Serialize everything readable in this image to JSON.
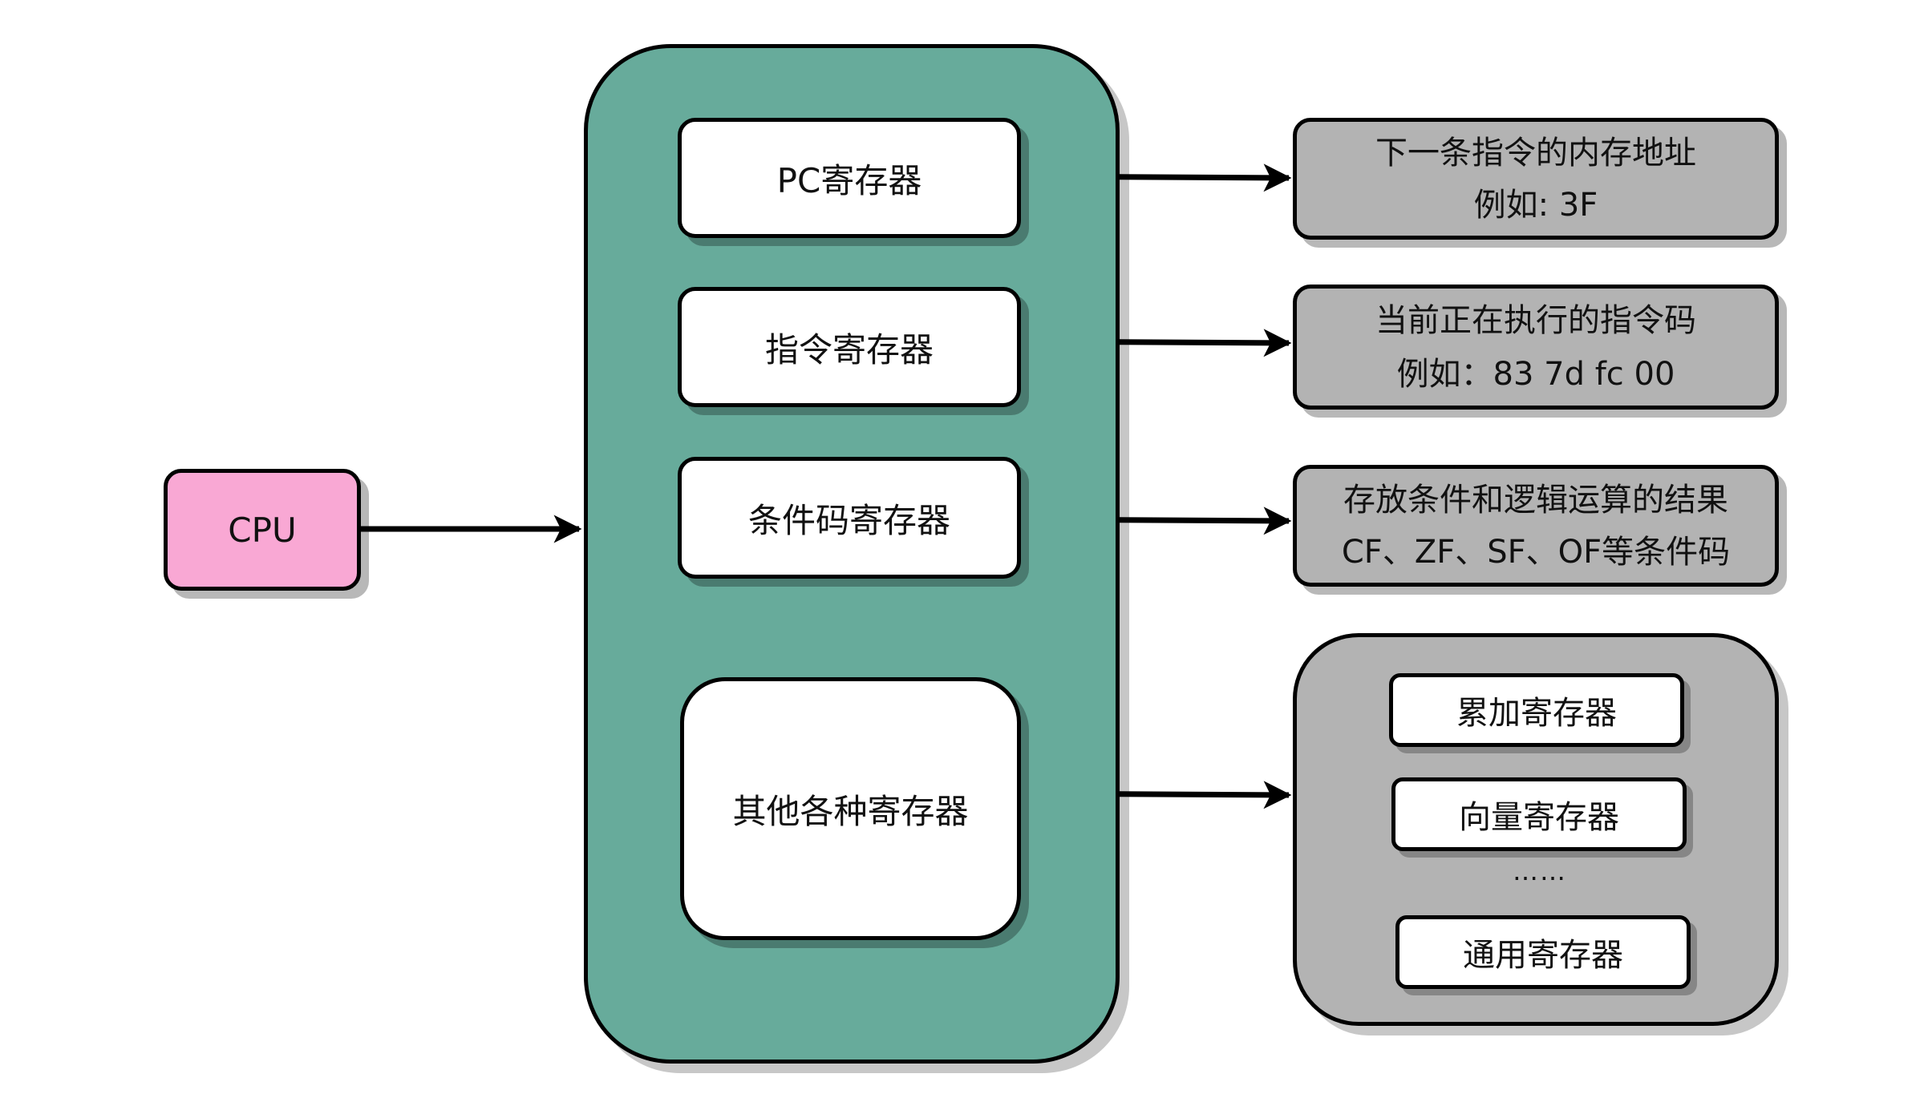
{
  "cpu": {
    "label": "CPU"
  },
  "registers": {
    "pc": "PC寄存器",
    "instruction": "指令寄存器",
    "condition": "条件码寄存器",
    "others": "其他各种寄存器"
  },
  "descriptions": {
    "pc": {
      "line1": "下一条指令的内存地址",
      "line2": "例如: 3F"
    },
    "instruction": {
      "line1": "当前正在执行的指令码",
      "line2": "例如：83 7d fc 00"
    },
    "condition": {
      "line1": "存放条件和逻辑运算的结果",
      "line2": "CF、ZF、SF、OF等条件码"
    }
  },
  "other_registers": {
    "items": [
      "累加寄存器",
      "向量寄存器",
      "通用寄存器"
    ],
    "ellipsis": "……"
  },
  "colors": {
    "cpu_fill": "#f9a8d4",
    "container_fill": "#67ab9b",
    "description_fill": "#b3b3b3",
    "register_fill": "#ffffff"
  }
}
